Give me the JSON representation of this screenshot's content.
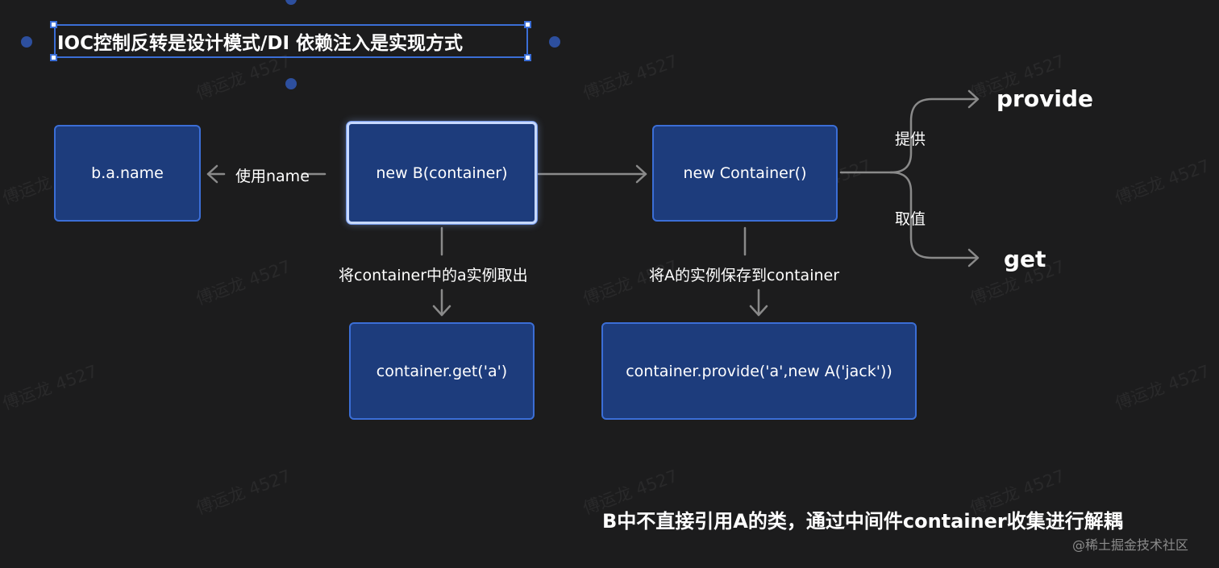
{
  "title": "IOC控制反转是设计模式/DI 依赖注入是实现方式",
  "boxes": {
    "ba_name": "b.a.name",
    "new_b": "new B(container)",
    "new_container": "new Container()",
    "container_get": "container.get('a')",
    "container_provide": "container.provide('a',new A('jack'))"
  },
  "edges": {
    "use_name": "使用name",
    "take_out": "将container中的a实例取出",
    "save_a": "将A的实例保存到container",
    "provide_cn": "提供",
    "get_cn": "取值"
  },
  "branches": {
    "provide": "provide",
    "get": "get"
  },
  "footer": "B中不直接引用A的类，通过中间件container收集进行解耦",
  "credit": "@稀土掘金技术社区",
  "watermark": "傅运龙 4527",
  "colors": {
    "background": "#1c1c1d",
    "box_fill": "#1d3c7c",
    "box_border": "#3b6ed6",
    "arrow": "#8a8a8a"
  }
}
